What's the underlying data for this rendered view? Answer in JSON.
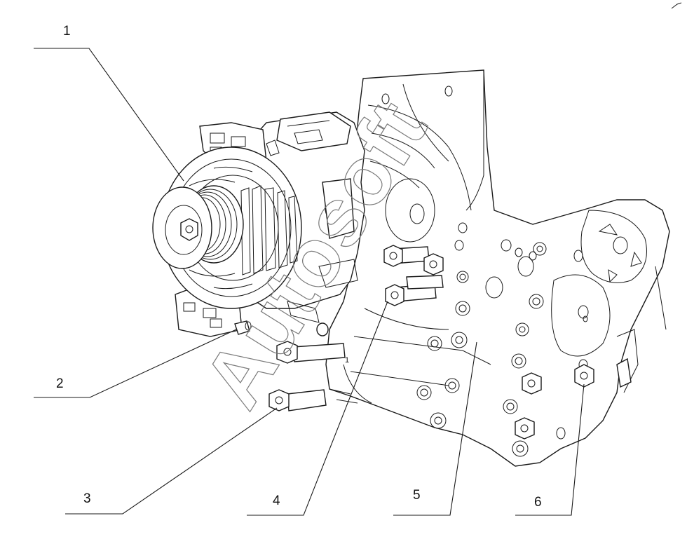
{
  "callouts": [
    {
      "id": "1",
      "label": "1"
    },
    {
      "id": "2",
      "label": "2"
    },
    {
      "id": "3",
      "label": "3"
    },
    {
      "id": "4",
      "label": "4"
    },
    {
      "id": "5",
      "label": "5"
    },
    {
      "id": "6",
      "label": "6"
    }
  ],
  "watermark": {
    "text": "Autosoft"
  },
  "bracket_mark": "1"
}
